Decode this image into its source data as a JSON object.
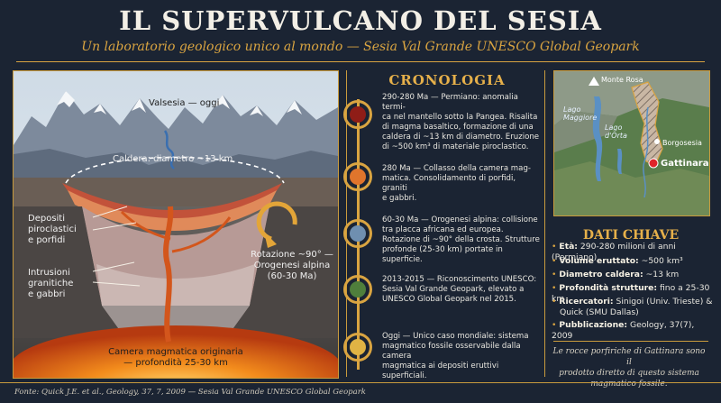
{
  "header": {
    "title": "IL SUPERVULCANO DEL SESIA",
    "subtitle": "Un laboratorio geologico unico al mondo — Sesia Val Grande UNESCO Global Geopark"
  },
  "diagram": {
    "valsesia": "Valsesia — oggi",
    "caldera": "Caldera: diametro ~13 km",
    "deposits": [
      "Depositi",
      "piroclastici",
      "e porfidi"
    ],
    "intrusions": [
      "Intrusioni",
      "granitiche",
      "e gabbri"
    ],
    "rotation": [
      "Rotazione ~90° —",
      "Orogenesi alpina",
      "(60-30 Ma)"
    ],
    "chamber": [
      "Camera magmatica originaria",
      "— profondità 25-30 km"
    ]
  },
  "chronology": {
    "title": "CRONOLOGIA",
    "items": [
      {
        "date": "290-280 Ma",
        "lines": [
          "290-280 Ma — Permiano: anomalia termi-",
          "ca nel mantello sotto la Pangea. Risalita",
          "di magma basaltico, formazione di una",
          "caldera di ~13 km di diametro. Eruzione",
          "di ~500 km³ di materiale piroclastico."
        ],
        "color": "#8f1d17"
      },
      {
        "date": "280 Ma",
        "lines": [
          "280 Ma — Collasso della camera mag-",
          "matica. Consolidamento di porfidi, graniti",
          "e gabbri."
        ],
        "color": "#e0752c"
      },
      {
        "date": "60-30 Ma",
        "lines": [
          "60-30 Ma — Orogenesi alpina: collisione",
          "tra placca africana ed europea.",
          "Rotazione di ~90° della crosta. Strutture",
          "profonde (25-30 km) portate in superficie."
        ],
        "color": "#6f8fb0"
      },
      {
        "date": "2013-2015",
        "lines": [
          "2013-2015 — Riconoscimento UNESCO:",
          "Sesia Val Grande Geopark, elevato a",
          "UNESCO Global Geopark nel 2015."
        ],
        "color": "#4f7f3c"
      },
      {
        "date": "Oggi",
        "lines": [
          "Oggi — Unico caso mondiale: sistema",
          "magmatico fossile osservabile dalla camera",
          "magmatica ai depositi eruttivi superficiali."
        ],
        "color": "#e0b344"
      }
    ]
  },
  "map": {
    "monte_rosa": "Monte Rosa",
    "lago_maggiore": [
      "Lago",
      "Maggiore"
    ],
    "lago_orta": [
      "Lago",
      "d'Orta"
    ],
    "borgosesia": "Borgosesia",
    "gattinara": "Gattinara"
  },
  "key_facts": {
    "title": "DATI CHIAVE",
    "items": [
      {
        "label": "Età:",
        "value": "290-280 milioni di anni (Permiano)"
      },
      {
        "label": "Volume eruttato:",
        "value": "~500 km³"
      },
      {
        "label": "Diametro caldera:",
        "value": "~13 km"
      },
      {
        "label": "Profondità strutture:",
        "value": "fino a 25-30 km"
      },
      {
        "label": "Ricercatori:",
        "value": "Sinigoi (Univ. Trieste) &"
      },
      {
        "label": "",
        "value": "Quick (SMU Dallas)"
      },
      {
        "label": "Pubblicazione:",
        "value": "Geology, 37(7), 2009"
      }
    ],
    "note": [
      "Le rocce porfiriche di Gattinara sono il",
      "prodotto diretto di questo sistema",
      "magmatico fossile."
    ]
  },
  "footer": {
    "source": "Fonte: Quick J.E. et al., Geology, 37, 7, 2009 — Sesia Val Grande UNESCO Global Geopark"
  }
}
